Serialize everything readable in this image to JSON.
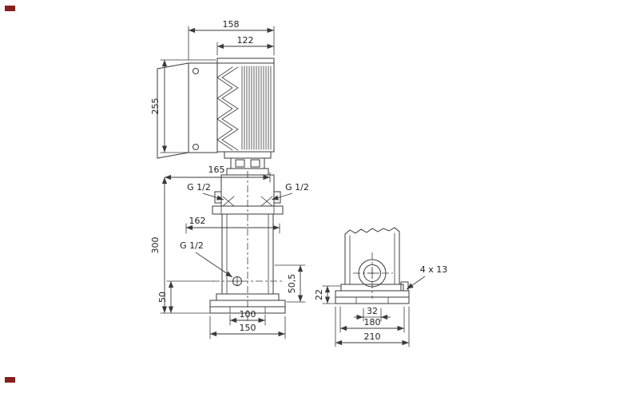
{
  "page": {
    "background": "#ffffff",
    "line_color": "#3a3a3a",
    "text_color": "#1f1f1f",
    "corner_mark_color": "#871f1f"
  },
  "front_view": {
    "dim_top_width": "158",
    "dim_fan_cover_width": "122",
    "dim_motor_height": "255",
    "dim_head_width": "165",
    "port_left_label": "G 1/2",
    "port_right_label": "G 1/2",
    "dim_body_width": "162",
    "dim_pump_height": "300",
    "drain_port_label": "G 1/2",
    "dim_port_height_right": "50,5",
    "dim_port_height_left": "50",
    "dim_base_inner_width": "100",
    "dim_base_outer_width": "150"
  },
  "base_view": {
    "bolt_holes_label": "4 x 13",
    "dim_base_height": "22",
    "dim_port_bore": "32",
    "dim_bolt_spacing": "180",
    "dim_base_width": "210"
  }
}
